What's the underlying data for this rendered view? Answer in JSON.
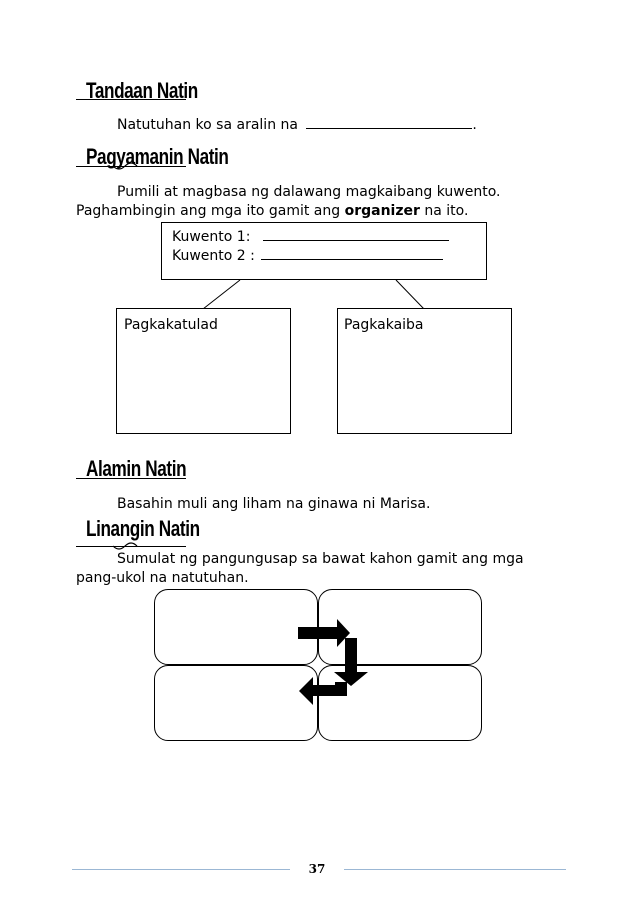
{
  "sections": {
    "tandaan": {
      "title": "Tandaan Natin",
      "text": "Natutuhan ko sa aralin na",
      "end": "."
    },
    "pagyamanin": {
      "title": "Pagyamanin Natin",
      "line1": "Pumili at magbasa ng dalawang magkaibang kuwento.",
      "line2_pre": "Paghambingin ang mga ito gamit ang",
      "line2_bold": "organizer",
      "line2_post": "na ito.",
      "kuwento1": "Kuwento 1:",
      "kuwento2": "Kuwento 2 :",
      "left_box": "Pagkakatulad",
      "right_box": "Pagkakaiba"
    },
    "alamin": {
      "title": "Alamin Natin",
      "text": "Basahin muli ang liham na ginawa ni Marisa."
    },
    "linangin": {
      "title": "Linangin Natin",
      "line1": "Sumulat ng pangungusap sa bawat kahon gamit ang mga",
      "line2": "pang-ukol na natutuhan."
    }
  },
  "footer": {
    "page_number": "37"
  }
}
